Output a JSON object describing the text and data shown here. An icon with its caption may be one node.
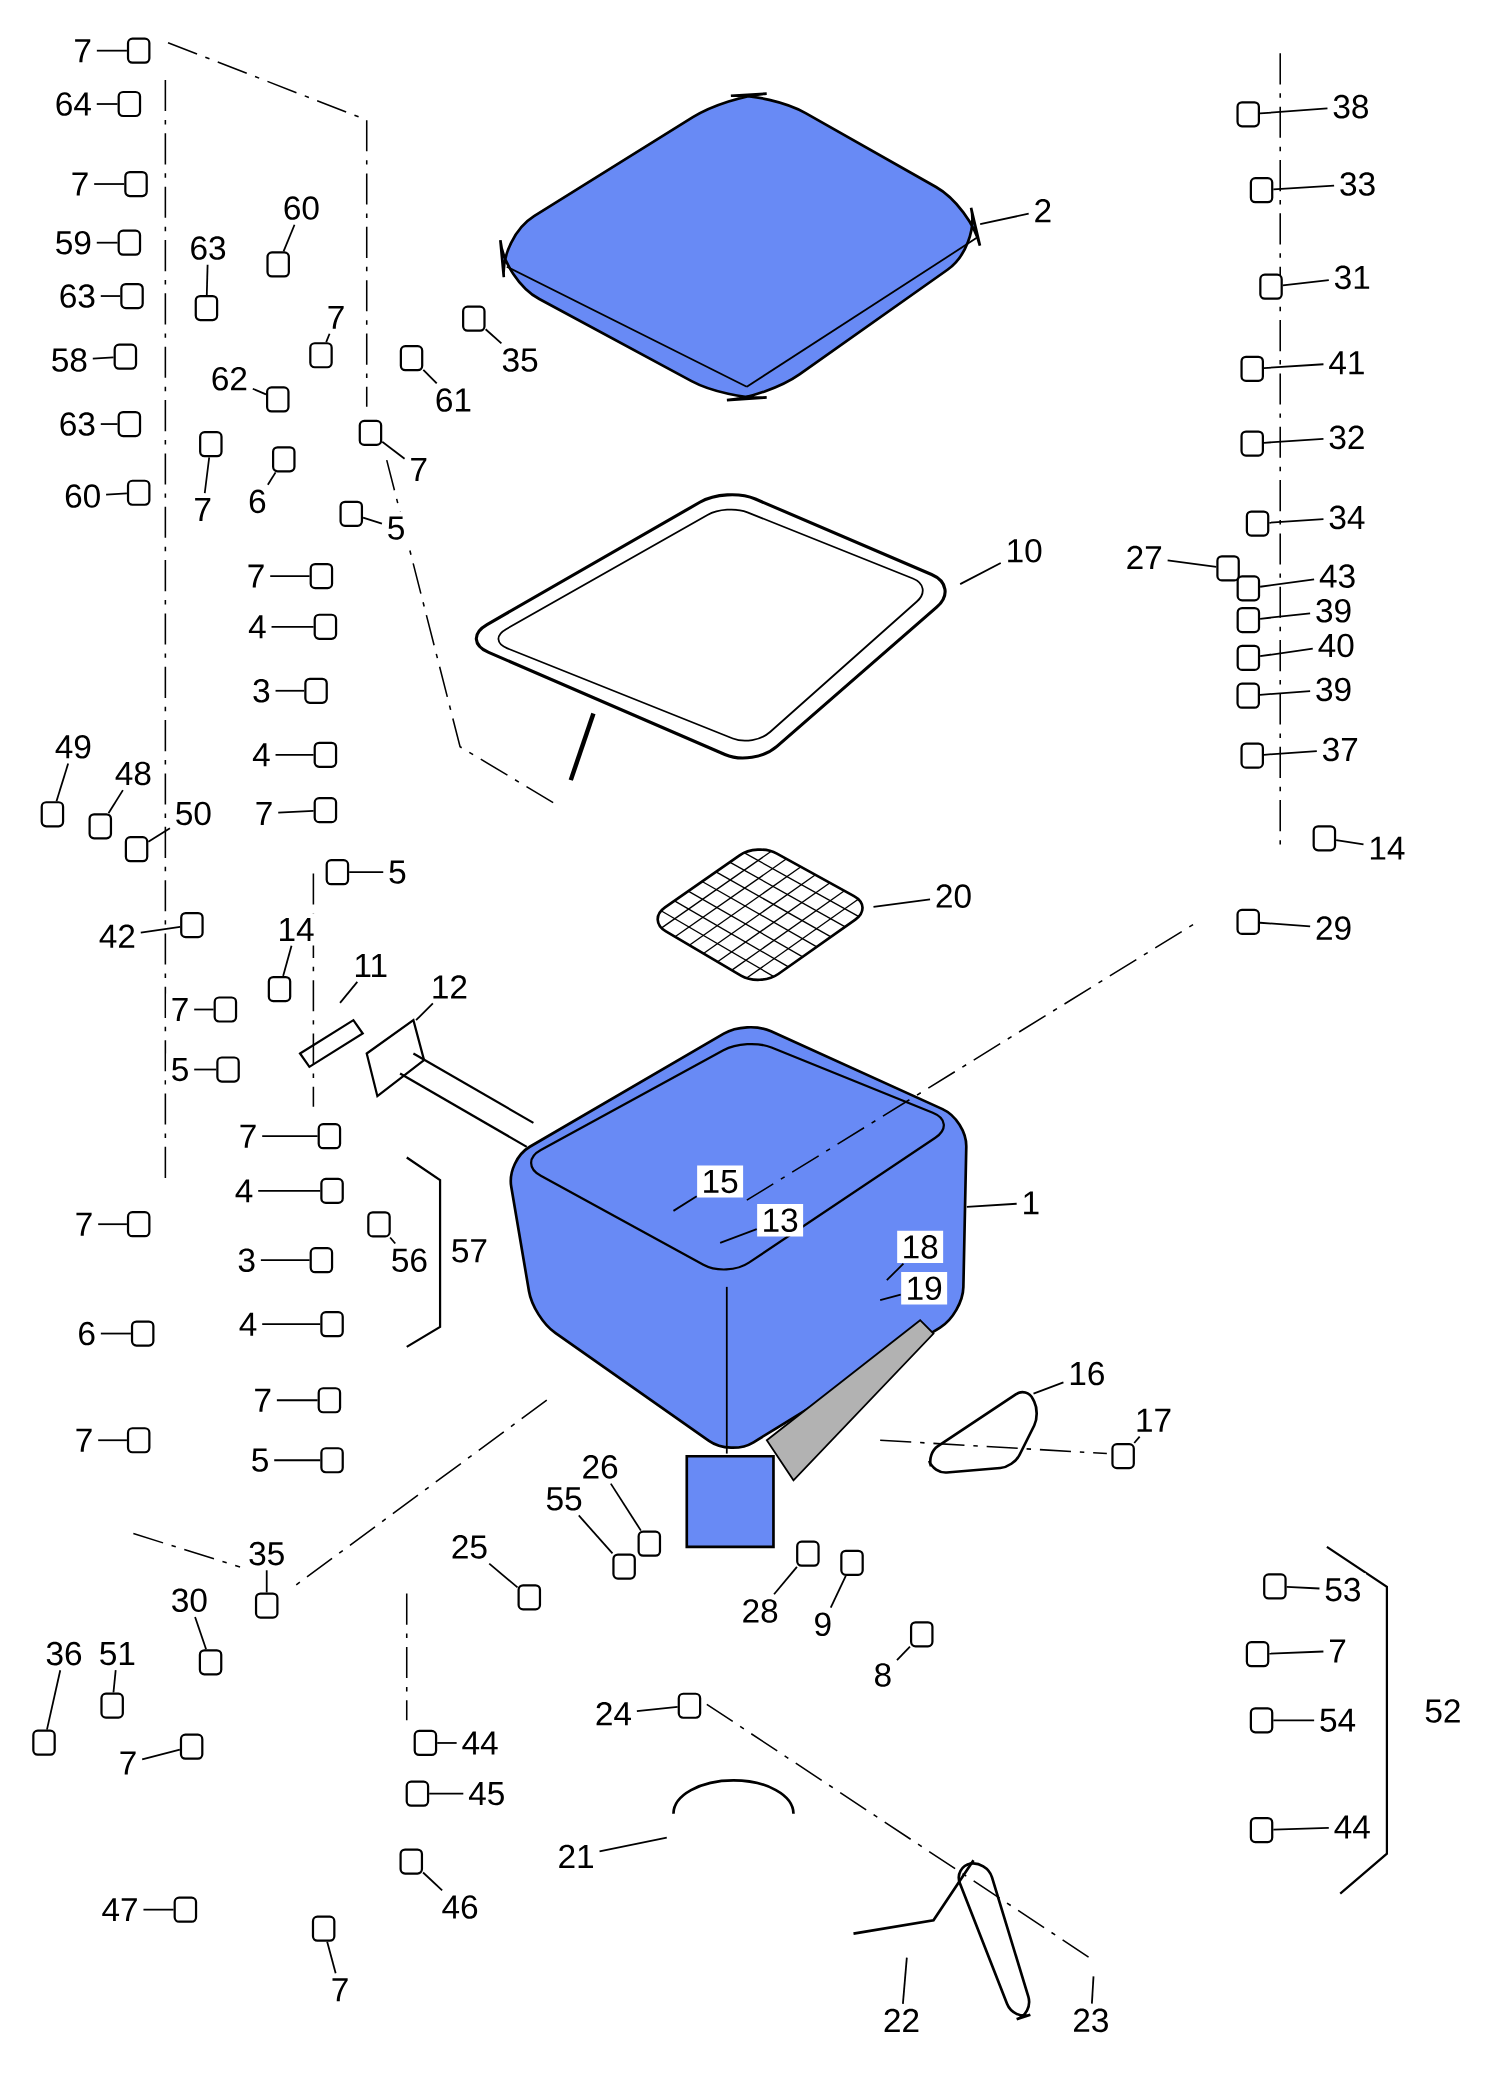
{
  "diagram": {
    "nodes": [
      {
        "text": [
          "7"
        ]
      },
      {
        "text": [
          "64"
        ]
      },
      {
        "text": [
          "7"
        ]
      },
      {
        "text": [
          "59"
        ]
      },
      {
        "text": [
          "63"
        ]
      },
      {
        "text": [
          "58"
        ]
      },
      {
        "text": [
          "63"
        ]
      },
      {
        "text": [
          "60"
        ]
      },
      {
        "text": [
          "63"
        ]
      },
      {
        "text": [
          "60"
        ]
      },
      {
        "text": [
          "7"
        ]
      },
      {
        "text": [
          "62"
        ]
      },
      {
        "text": [
          "7"
        ]
      },
      {
        "text": [
          "6"
        ]
      },
      {
        "text": [
          "61"
        ]
      },
      {
        "text": [
          "35"
        ]
      },
      {
        "text": [
          "7"
        ]
      },
      {
        "text": [
          "5"
        ]
      },
      {
        "text": [
          "7"
        ]
      },
      {
        "text": [
          "4"
        ]
      },
      {
        "text": [
          "3"
        ]
      },
      {
        "text": [
          "4"
        ]
      },
      {
        "text": [
          "7"
        ]
      },
      {
        "text": [
          "5"
        ]
      },
      {
        "text": [
          "2"
        ]
      },
      {
        "text": [
          "10"
        ]
      },
      {
        "text": [
          "20"
        ]
      },
      {
        "text": [
          "38"
        ]
      },
      {
        "text": [
          "33"
        ]
      },
      {
        "text": [
          "31"
        ]
      },
      {
        "text": [
          "41"
        ]
      },
      {
        "text": [
          "32"
        ]
      },
      {
        "text": [
          "34"
        ]
      },
      {
        "text": [
          "27"
        ]
      },
      {
        "text": [
          "43"
        ]
      },
      {
        "text": [
          "39"
        ]
      },
      {
        "text": [
          "40"
        ]
      },
      {
        "text": [
          "39"
        ]
      },
      {
        "text": [
          "37"
        ]
      },
      {
        "text": [
          "14"
        ]
      },
      {
        "text": [
          "29"
        ]
      },
      {
        "text": [
          "49"
        ]
      },
      {
        "text": [
          "48"
        ]
      },
      {
        "text": [
          "50"
        ]
      },
      {
        "text": [
          "42"
        ]
      },
      {
        "text": [
          "14"
        ]
      },
      {
        "text": [
          "11"
        ]
      },
      {
        "text": [
          "12"
        ]
      },
      {
        "text": [
          "7"
        ]
      },
      {
        "text": [
          "5"
        ]
      },
      {
        "text": [
          "7"
        ]
      },
      {
        "text": [
          "4"
        ]
      },
      {
        "text": [
          "3"
        ]
      },
      {
        "text": [
          "56"
        ]
      },
      {
        "text": [
          "4"
        ]
      },
      {
        "text": [
          "7"
        ]
      },
      {
        "text": [
          "5"
        ]
      },
      {
        "text": [
          "7"
        ]
      },
      {
        "text": [
          "6"
        ]
      },
      {
        "text": [
          "7"
        ]
      },
      {
        "text": [
          "15"
        ]
      },
      {
        "text": [
          "13"
        ]
      },
      {
        "text": [
          "1"
        ]
      },
      {
        "text": [
          "18"
        ]
      },
      {
        "text": [
          "19"
        ]
      },
      {
        "text": [
          "16"
        ]
      },
      {
        "text": [
          "17"
        ]
      },
      {
        "text": [
          "26"
        ]
      },
      {
        "text": [
          "55"
        ]
      },
      {
        "text": [
          "25"
        ]
      },
      {
        "text": [
          "35"
        ]
      },
      {
        "text": [
          "30"
        ]
      },
      {
        "text": [
          "36"
        ]
      },
      {
        "text": [
          "51"
        ]
      },
      {
        "text": [
          "28"
        ]
      },
      {
        "text": [
          "9"
        ]
      },
      {
        "text": [
          "8"
        ]
      },
      {
        "text": [
          "53"
        ]
      },
      {
        "text": [
          "7"
        ]
      },
      {
        "text": [
          "54"
        ]
      },
      {
        "text": [
          "44"
        ]
      },
      {
        "text": [
          "24"
        ]
      },
      {
        "text": [
          "44"
        ]
      },
      {
        "text": [
          "45"
        ]
      },
      {
        "text": [
          "46"
        ]
      },
      {
        "text": [
          "7"
        ]
      },
      {
        "text": [
          "47"
        ]
      },
      {
        "text": [
          "7"
        ]
      },
      {
        "text": [
          "21"
        ]
      },
      {
        "text": [
          "22"
        ]
      },
      {
        "text": [
          "23"
        ]
      },
      {
        "text": [],
        "shape": "box"
      },
      {
        "text": [],
        "shape": "box"
      },
      {
        "text": [],
        "shape": "box"
      },
      {
        "text": [],
        "shape": "box"
      },
      {
        "text": [],
        "shape": "box"
      },
      {
        "text": [],
        "shape": "box"
      },
      {
        "text": [],
        "shape": "box"
      },
      {
        "text": [],
        "shape": "box"
      },
      {
        "text": [],
        "shape": "box"
      },
      {
        "text": [],
        "shape": "box"
      },
      {
        "text": [],
        "shape": "box"
      },
      {
        "text": [],
        "shape": "box"
      },
      {
        "text": [],
        "shape": "box"
      },
      {
        "text": [],
        "shape": "box"
      },
      {
        "text": [],
        "shape": "box"
      },
      {
        "text": [],
        "shape": "box"
      },
      {
        "text": [],
        "shape": "box"
      },
      {
        "text": [],
        "shape": "box"
      },
      {
        "text": [],
        "shape": "box"
      },
      {
        "text": [],
        "shape": "box"
      },
      {
        "text": [],
        "shape": "box"
      },
      {
        "text": [],
        "shape": "box"
      },
      {
        "text": [],
        "shape": "box"
      },
      {
        "text": [],
        "shape": "box"
      },
      {
        "text": [],
        "shape": "box"
      },
      {
        "text": [],
        "shape": "box"
      },
      {
        "text": [],
        "shape": "box"
      },
      {
        "text": [],
        "shape": "box"
      },
      {
        "text": [],
        "shape": "box"
      },
      {
        "text": [],
        "shape": "box"
      },
      {
        "text": [],
        "shape": "box"
      },
      {
        "text": [],
        "shape": "box"
      },
      {
        "text": [],
        "shape": "box"
      },
      {
        "text": [],
        "shape": "box"
      },
      {
        "text": [],
        "shape": "box"
      },
      {
        "text": [],
        "shape": "box"
      },
      {
        "text": [],
        "shape": "box"
      },
      {
        "text": [],
        "shape": "box"
      },
      {
        "text": [],
        "shape": "box"
      },
      {
        "text": [],
        "shape": "box"
      },
      {
        "text": [],
        "shape": "box"
      },
      {
        "text": [],
        "shape": "box"
      },
      {
        "text": [],
        "shape": "box"
      },
      {
        "text": [],
        "shape": "box"
      },
      {
        "text": [],
        "shape": "box"
      },
      {
        "text": [],
        "shape": "box"
      },
      {
        "text": [],
        "shape": "box"
      },
      {
        "text": [],
        "shape": "box"
      },
      {
        "text": [],
        "shape": "box"
      },
      {
        "text": [],
        "shape": "box"
      },
      {
        "text": [],
        "shape": "box"
      },
      {
        "text": [],
        "shape": "box"
      },
      {
        "text": [],
        "shape": "box"
      },
      {
        "text": [],
        "shape": "box"
      },
      {
        "text": [],
        "shape": "box"
      },
      {
        "text": [],
        "shape": "box"
      },
      {
        "text": [],
        "shape": "box"
      },
      {
        "text": [],
        "shape": "box"
      },
      {
        "text": [],
        "shape": "box"
      },
      {
        "text": [],
        "shape": "box"
      },
      {
        "text": [],
        "shape": "box"
      },
      {
        "text": [],
        "shape": "box"
      },
      {
        "text": [],
        "shape": "box"
      },
      {
        "text": [],
        "shape": "box"
      },
      {
        "text": [],
        "shape": "box"
      },
      {
        "text": [],
        "shape": "box"
      },
      {
        "text": [],
        "shape": "box"
      },
      {
        "text": [],
        "shape": "box"
      },
      {
        "text": [],
        "shape": "box"
      },
      {
        "text": [],
        "shape": "box"
      },
      {
        "text": [],
        "shape": "box"
      },
      {
        "text": [],
        "shape": "box"
      },
      {
        "text": [],
        "shape": "box"
      },
      {
        "text": [],
        "shape": "box"
      },
      {
        "text": [],
        "shape": "box"
      },
      {
        "text": [],
        "shape": "box"
      },
      {
        "text": [],
        "shape": "box"
      }
    ],
    "edges": [
      {
        "from": 0,
        "to": 91,
        "arrow": "none"
      },
      {
        "from": 1,
        "to": 92,
        "arrow": "none"
      },
      {
        "from": 2,
        "to": 93,
        "arrow": "none"
      },
      {
        "from": 3,
        "to": 94,
        "arrow": "none"
      },
      {
        "from": 4,
        "to": 95,
        "arrow": "none"
      },
      {
        "from": 5,
        "to": 96,
        "arrow": "none"
      },
      {
        "from": 6,
        "to": 97,
        "arrow": "none"
      },
      {
        "from": 7,
        "to": 98,
        "arrow": "none"
      },
      {
        "from": 8,
        "to": 99,
        "arrow": "none"
      },
      {
        "from": 9,
        "to": 100,
        "arrow": "none"
      },
      {
        "from": 10,
        "to": 101,
        "arrow": "none"
      },
      {
        "from": 11,
        "to": 102,
        "arrow": "none"
      },
      {
        "from": 12,
        "to": 103,
        "arrow": "none"
      },
      {
        "from": 13,
        "to": 104,
        "arrow": "none"
      },
      {
        "from": 14,
        "to": 105,
        "arrow": "none"
      },
      {
        "from": 15,
        "to": 106,
        "arrow": "none"
      },
      {
        "from": 16,
        "to": 107,
        "arrow": "none"
      },
      {
        "from": 17,
        "to": 108,
        "arrow": "none"
      },
      {
        "from": 18,
        "to": 109,
        "arrow": "none"
      },
      {
        "from": 19,
        "to": 110,
        "arrow": "none"
      },
      {
        "from": 20,
        "to": 111,
        "arrow": "none"
      },
      {
        "from": 21,
        "to": 112,
        "arrow": "none"
      },
      {
        "from": 22,
        "to": 113,
        "arrow": "none"
      },
      {
        "from": 23,
        "to": 114,
        "arrow": "none"
      },
      {
        "from": 24,
        "to": null,
        "arrow": "none"
      },
      {
        "from": 25,
        "to": null,
        "arrow": "none"
      },
      {
        "from": 26,
        "to": null,
        "arrow": "none"
      },
      {
        "from": 27,
        "to": 115,
        "arrow": "none"
      },
      {
        "from": 28,
        "to": 116,
        "arrow": "none"
      },
      {
        "from": 29,
        "to": 117,
        "arrow": "none"
      },
      {
        "from": 30,
        "to": 118,
        "arrow": "none"
      },
      {
        "from": 31,
        "to": 119,
        "arrow": "none"
      },
      {
        "from": 32,
        "to": 120,
        "arrow": "none"
      },
      {
        "from": 33,
        "to": 121,
        "arrow": "none"
      },
      {
        "from": 34,
        "to": 122,
        "arrow": "none"
      },
      {
        "from": 35,
        "to": 123,
        "arrow": "none"
      },
      {
        "from": 36,
        "to": 124,
        "arrow": "none"
      },
      {
        "from": 37,
        "to": 125,
        "arrow": "none"
      },
      {
        "from": 38,
        "to": 126,
        "arrow": "none"
      },
      {
        "from": 39,
        "to": 127,
        "arrow": "none"
      },
      {
        "from": 40,
        "to": 128,
        "arrow": "none"
      },
      {
        "from": 41,
        "to": 129,
        "arrow": "none"
      },
      {
        "from": 42,
        "to": 130,
        "arrow": "none"
      },
      {
        "from": 43,
        "to": 131,
        "arrow": "none"
      },
      {
        "from": 44,
        "to": 132,
        "arrow": "none"
      },
      {
        "from": 45,
        "to": 133,
        "arrow": "none"
      },
      {
        "from": 46,
        "to": null,
        "arrow": "none"
      },
      {
        "from": 47,
        "to": null,
        "arrow": "none"
      },
      {
        "from": 48,
        "to": 134,
        "arrow": "none"
      },
      {
        "from": 49,
        "to": 135,
        "arrow": "none"
      },
      {
        "from": 50,
        "to": 136,
        "arrow": "none"
      },
      {
        "from": 51,
        "to": 137,
        "arrow": "none"
      },
      {
        "from": 52,
        "to": 138,
        "arrow": "none"
      },
      {
        "from": 53,
        "to": 139,
        "arrow": "none"
      },
      {
        "from": 54,
        "to": 140,
        "arrow": "none"
      },
      {
        "from": 55,
        "to": 141,
        "arrow": "none"
      },
      {
        "from": 56,
        "to": 142,
        "arrow": "none"
      },
      {
        "from": 57,
        "to": 143,
        "arrow": "none"
      },
      {
        "from": 58,
        "to": 144,
        "arrow": "none"
      },
      {
        "from": 59,
        "to": 145,
        "arrow": "none"
      },
      {
        "from": 60,
        "to": null,
        "arrow": "none"
      },
      {
        "from": 61,
        "to": null,
        "arrow": "none"
      },
      {
        "from": 62,
        "to": null,
        "arrow": "none"
      },
      {
        "from": 63,
        "to": null,
        "arrow": "none"
      },
      {
        "from": 64,
        "to": null,
        "arrow": "none"
      },
      {
        "from": 65,
        "to": null,
        "arrow": "none"
      },
      {
        "from": 66,
        "to": 146,
        "arrow": "none"
      },
      {
        "from": 67,
        "to": 147,
        "arrow": "none"
      },
      {
        "from": 68,
        "to": 148,
        "arrow": "none"
      },
      {
        "from": 69,
        "to": 149,
        "arrow": "none"
      },
      {
        "from": 70,
        "to": 150,
        "arrow": "none"
      },
      {
        "from": 71,
        "to": 151,
        "arrow": "none"
      },
      {
        "from": 72,
        "to": 152,
        "arrow": "none"
      },
      {
        "from": 73,
        "to": 153,
        "arrow": "none"
      },
      {
        "from": 74,
        "to": 154,
        "arrow": "none"
      },
      {
        "from": 75,
        "to": 155,
        "arrow": "none"
      },
      {
        "from": 76,
        "to": 156,
        "arrow": "none"
      },
      {
        "from": 77,
        "to": 157,
        "arrow": "none"
      },
      {
        "from": 78,
        "to": 158,
        "arrow": "none"
      },
      {
        "from": 79,
        "to": 159,
        "arrow": "none"
      },
      {
        "from": 80,
        "to": 160,
        "arrow": "none"
      },
      {
        "from": 81,
        "to": 161,
        "arrow": "none"
      },
      {
        "from": 82,
        "to": 162,
        "arrow": "none"
      },
      {
        "from": 83,
        "to": 163,
        "arrow": "none"
      },
      {
        "from": 84,
        "to": 164,
        "arrow": "none"
      },
      {
        "from": 85,
        "to": 165,
        "arrow": "none"
      },
      {
        "from": 86,
        "to": 166,
        "arrow": "none"
      },
      {
        "from": 87,
        "to": 167,
        "arrow": "none"
      },
      {
        "from": 88,
        "to": null,
        "arrow": "none"
      },
      {
        "from": 89,
        "to": null,
        "arrow": "none"
      },
      {
        "from": 90,
        "to": null,
        "arrow": "none"
      }
    ],
    "labels": [
      "57",
      "52"
    ]
  }
}
